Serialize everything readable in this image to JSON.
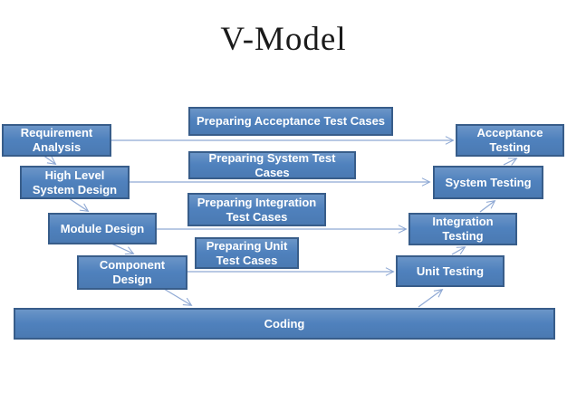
{
  "title": "V-Model",
  "colors": {
    "box_fill": "#4F81BD",
    "box_border": "#385D8A",
    "box_text": "#FFFFFF",
    "connector": "#8FA9D4",
    "title_text": "#1A1A1A",
    "background": "#FFFFFF"
  },
  "boxes": {
    "requirement_analysis": "Requirement\nAnalysis",
    "high_level_system_design": "High Level\nSystem Design",
    "module_design": "Module Design",
    "component_design": "Component\nDesign",
    "preparing_acceptance_test_cases": "Preparing Acceptance Test Cases",
    "preparing_system_test_cases": "Preparing System Test\nCases",
    "preparing_integration_test_cases": "Preparing Integration\nTest Cases",
    "preparing_unit_test_cases": "Preparing Unit\nTest Cases",
    "acceptance_testing": "Acceptance\nTesting",
    "system_testing": "System Testing",
    "integration_testing": "Integration\nTesting",
    "unit_testing": "Unit Testing",
    "coding": "Coding"
  },
  "connections": [
    {
      "from": "requirement_analysis",
      "to": "acceptance_testing",
      "direction": "right"
    },
    {
      "from": "high_level_system_design",
      "to": "system_testing",
      "direction": "right"
    },
    {
      "from": "module_design",
      "to": "integration_testing",
      "direction": "right"
    },
    {
      "from": "component_design",
      "to": "unit_testing",
      "direction": "right"
    },
    {
      "from": "requirement_analysis",
      "to": "high_level_system_design",
      "direction": "down"
    },
    {
      "from": "high_level_system_design",
      "to": "module_design",
      "direction": "down"
    },
    {
      "from": "module_design",
      "to": "component_design",
      "direction": "down"
    },
    {
      "from": "component_design",
      "to": "coding",
      "direction": "down"
    },
    {
      "from": "coding",
      "to": "unit_testing",
      "direction": "up"
    },
    {
      "from": "unit_testing",
      "to": "integration_testing",
      "direction": "up"
    },
    {
      "from": "integration_testing",
      "to": "system_testing",
      "direction": "up"
    },
    {
      "from": "system_testing",
      "to": "acceptance_testing",
      "direction": "up"
    }
  ]
}
